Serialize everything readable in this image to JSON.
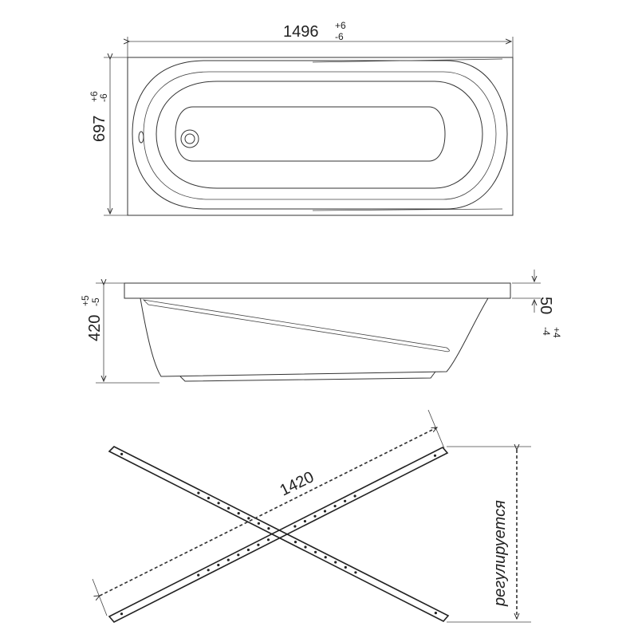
{
  "top_view": {
    "length": {
      "value": "1496",
      "tol_plus": "+6",
      "tol_minus": "-6"
    },
    "width": {
      "value": "697",
      "tol_plus": "+6",
      "tol_minus": "-6"
    }
  },
  "side_view": {
    "height": {
      "value": "420",
      "tol_plus": "+5",
      "tol_minus": "-5"
    },
    "rim": {
      "value": "50",
      "tol_plus": "+4",
      "tol_minus": "-4"
    }
  },
  "frame_view": {
    "span": "1420",
    "adjustable_label": "регулируется"
  }
}
